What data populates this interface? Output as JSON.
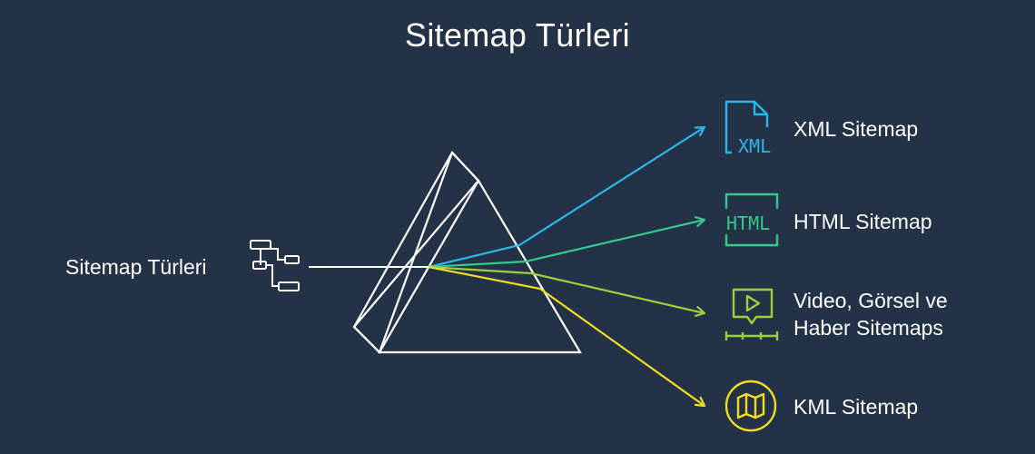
{
  "title": "Sitemap Türleri",
  "source": {
    "label": "Sitemap Türleri",
    "icon": "sitemap-tree-icon"
  },
  "outputs": [
    {
      "key": "xml",
      "label": "XML Sitemap",
      "icon": "xml-file-icon",
      "icon_text": "XML",
      "color": "#2bb7ea"
    },
    {
      "key": "html",
      "label": "HTML Sitemap",
      "icon": "html-page-icon",
      "icon_text": "HTML",
      "color": "#35c98e"
    },
    {
      "key": "video",
      "label_line1": "Video, Görsel ve",
      "label_line2": "Haber Sitemaps",
      "icon": "video-play-icon",
      "color": "#9ed03a"
    },
    {
      "key": "kml",
      "label": "KML Sitemap",
      "icon": "map-icon",
      "color": "#f0dc22"
    }
  ],
  "colors": {
    "background": "#233246",
    "line": "#ffffff"
  }
}
